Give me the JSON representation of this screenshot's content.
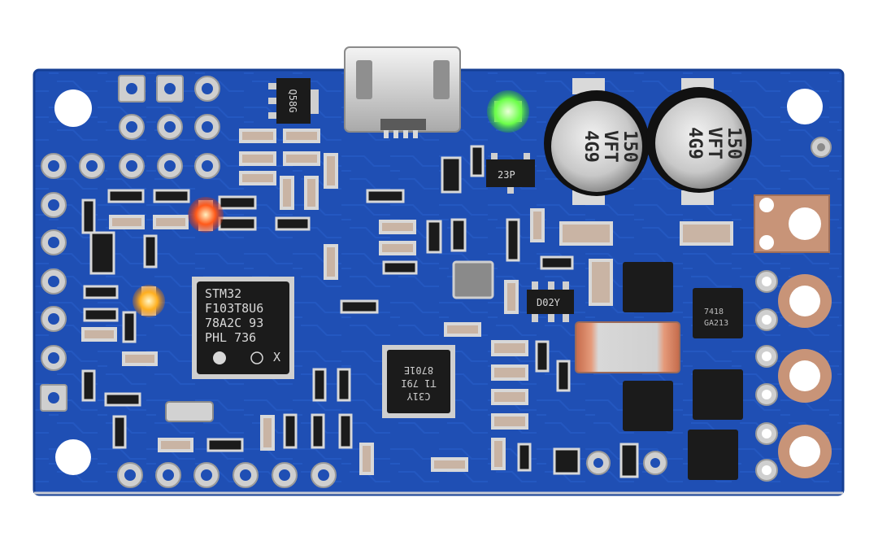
{
  "image": {
    "subject": "motor-controller-circuit-board",
    "background_color": "#ffffff",
    "board_color": "#1f4fb4",
    "solder_mask_trace_color": "#2a62d0",
    "pad_color": "#c9c9c9"
  },
  "markings": {
    "mcu_line1": "STM32",
    "mcu_line2": "F103T8U6",
    "mcu_line3": "78A2C 93",
    "mcu_line4": "PHL 736",
    "mcu_suffix": "X",
    "usb_regulator": "Q58G",
    "cap_left_value": "150",
    "cap_left_code": "VFT",
    "cap_left_lot": "4G9",
    "cap_right_value": "150",
    "cap_right_code": "VFT",
    "cap_right_lot": "4G9",
    "driver_ic_line1": "C31Y",
    "driver_ic_line2": "T1 79I",
    "driver_ic_line3": "8701E",
    "sot_mark": "D02Y",
    "reg_mark": "23P",
    "mosfet_mark": "7418",
    "mosfet_lot": "GA213"
  },
  "leds": [
    {
      "name": "power-led",
      "color": "#6cff4a"
    },
    {
      "name": "status-led-red",
      "color": "#ff5a1a"
    },
    {
      "name": "status-led-amber",
      "color": "#ffb020"
    }
  ]
}
